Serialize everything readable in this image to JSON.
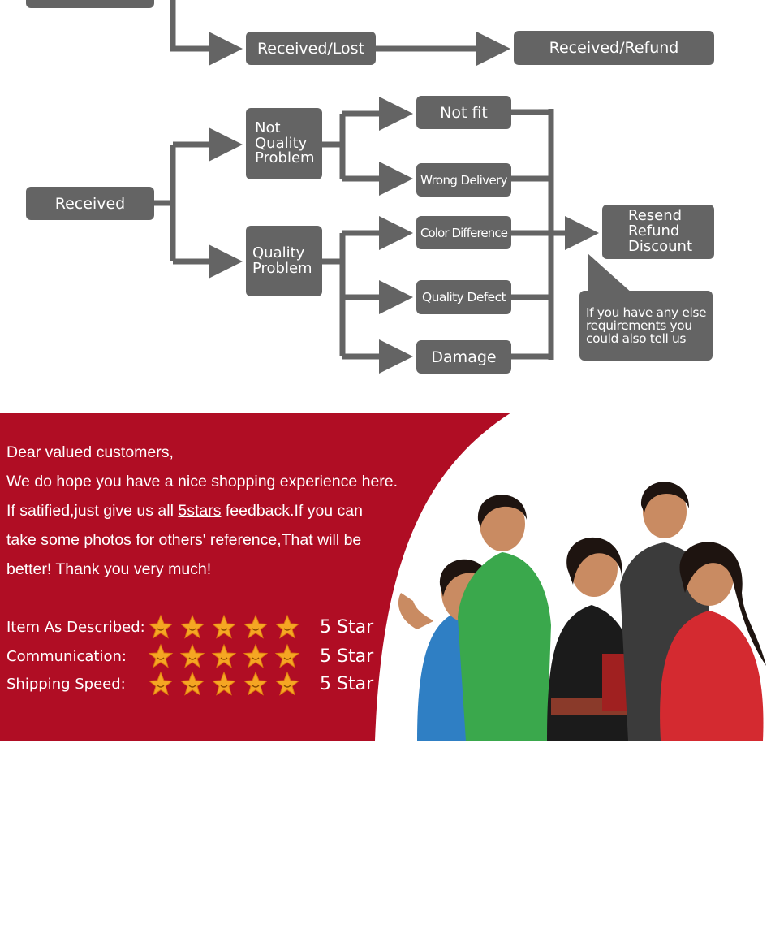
{
  "flowchart": {
    "node_color": "#646464",
    "arrow_color": "#646464",
    "nodes": {
      "received_lost": "Received/Lost",
      "received_refund": "Received/Refund",
      "received": "Received",
      "not_quality_problem": [
        "Not",
        "Quality",
        "Problem"
      ],
      "quality_problem": [
        "Quality",
        "Problem"
      ],
      "not_fit": "Not fit",
      "wrong_delivery": "Wrong Delivery",
      "color_difference": "Color Difference",
      "quality_defect": "Quality Defect",
      "damage": "Damage",
      "solutions": [
        "Resend",
        "Refund",
        "Discount"
      ],
      "callout": [
        "If you have any else",
        "requirements you",
        "could also tell us"
      ]
    }
  },
  "banner": {
    "background_color": "#b00d24",
    "message": {
      "line1": "Dear valued customers,",
      "line2": "We do hope you have a nice shopping experience here.",
      "line3_before": "If satified,just give us all ",
      "line3_link": "5stars",
      "line3_after": " feedback.If you can",
      "line4": "take some photos for others' reference,That will be",
      "line5": "better! Thank you very much!"
    },
    "ratings": [
      {
        "label": "Item As Described:",
        "stars": 5,
        "value": "5 Star"
      },
      {
        "label": "Communication:",
        "stars": 5,
        "value": "5 Star"
      },
      {
        "label": "Shipping Speed:",
        "stars": 5,
        "value": "5 Star"
      }
    ],
    "star_color": "#f5a623",
    "photo": "group-of-students-thumbs-up"
  }
}
